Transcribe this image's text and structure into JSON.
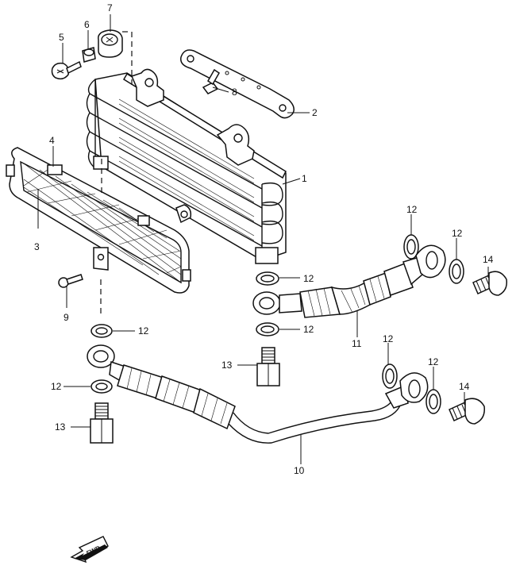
{
  "diagram": {
    "callouts": {
      "c1": "1",
      "c2": "2",
      "c3": "3",
      "c4": "4",
      "c5": "5",
      "c6": "6",
      "c7": "7",
      "c8": "8",
      "c9": "9",
      "c10": "10",
      "c11": "11",
      "c12a": "12",
      "c12b": "12",
      "c12c": "12",
      "c12d": "12",
      "c12e": "12",
      "c12f": "12",
      "c12g": "12",
      "c12h": "12",
      "c13a": "13",
      "c13b": "13",
      "c14a": "14",
      "c14b": "14"
    },
    "fwd_label": "FWD"
  }
}
